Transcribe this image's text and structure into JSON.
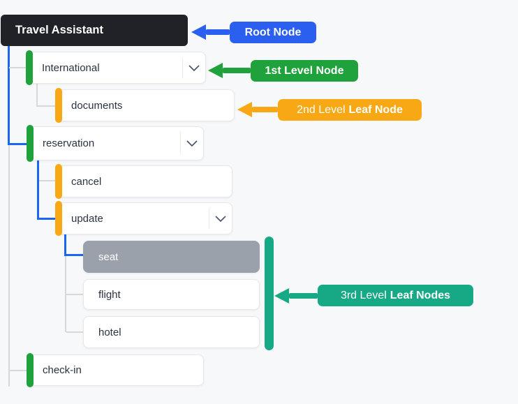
{
  "root": {
    "label": "Travel Assistant"
  },
  "nodes": [
    {
      "label": "International",
      "level": 1,
      "pill": "green",
      "expandable": true,
      "selected": false
    },
    {
      "label": "documents",
      "level": 2,
      "pill": "orange",
      "expandable": false,
      "selected": false
    },
    {
      "label": "reservation",
      "level": 1,
      "pill": "green",
      "expandable": true,
      "selected": false
    },
    {
      "label": "cancel",
      "level": 2,
      "pill": "orange",
      "expandable": false,
      "selected": false
    },
    {
      "label": "update",
      "level": 2,
      "pill": "orange",
      "expandable": true,
      "selected": false
    },
    {
      "label": "seat",
      "level": 3,
      "pill": "none",
      "expandable": false,
      "selected": true
    },
    {
      "label": "flight",
      "level": 3,
      "pill": "none",
      "expandable": false,
      "selected": false
    },
    {
      "label": "hotel",
      "level": 3,
      "pill": "none",
      "expandable": false,
      "selected": false
    },
    {
      "label": "check-in",
      "level": 1,
      "pill": "green",
      "expandable": false,
      "selected": false
    }
  ],
  "annotations": {
    "root": {
      "text": "Root Node"
    },
    "level1": {
      "text": "1st Level Node"
    },
    "level2": {
      "prefix": "2nd Level",
      "bold": "Leaf Node"
    },
    "level3": {
      "prefix": "3rd Level",
      "bold": "Leaf Nodes"
    }
  },
  "colors": {
    "accent_blue": "#2a5ff0",
    "connector_blue": "#1b66f0",
    "green": "#1fa23c",
    "orange": "#f7a814",
    "teal": "#17a885",
    "selected_node_bg": "#9aa1ab",
    "root_box_bg": "#202227",
    "connector_gray": "#d6d8dc",
    "page_bg": "#f7f8fa"
  }
}
